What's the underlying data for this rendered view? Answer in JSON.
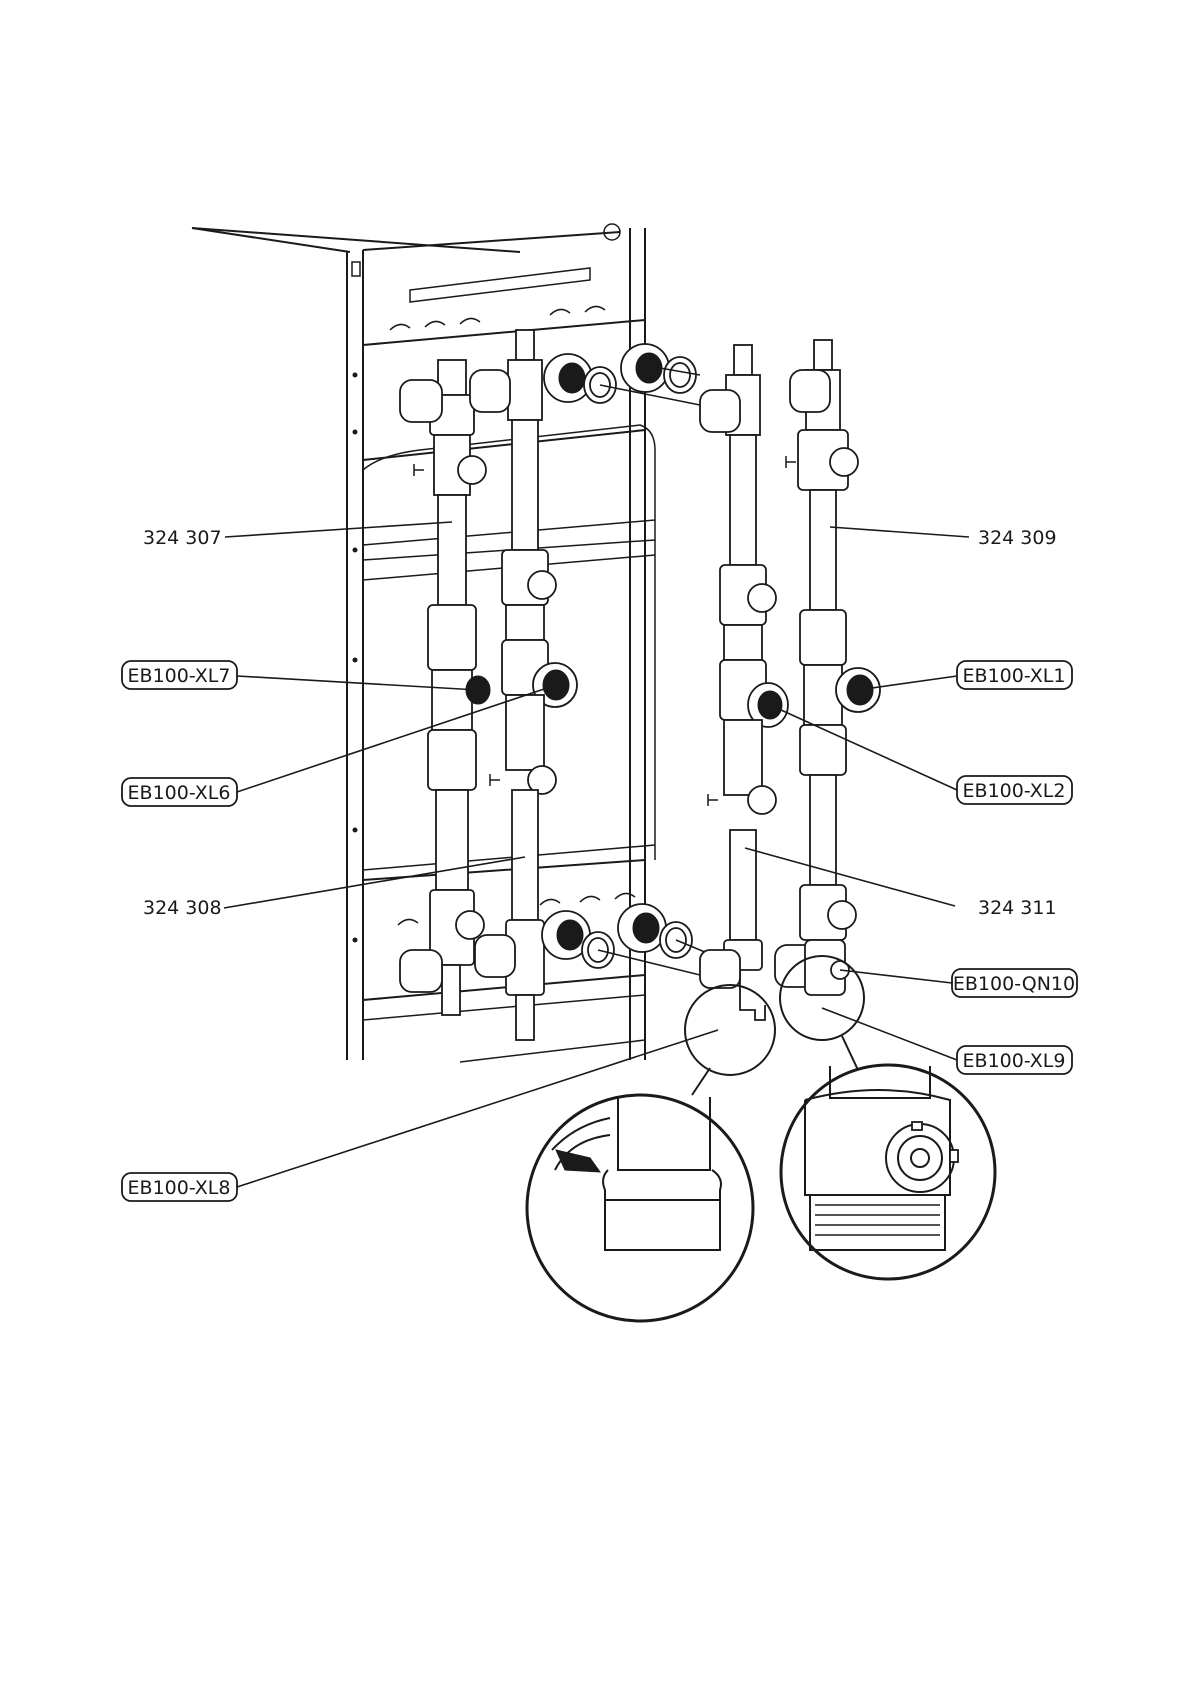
{
  "labels": {
    "p324307": "324 307",
    "p324309": "324 309",
    "p324308": "324 308",
    "p324311": "324 311",
    "xl7": "EB100-XL7",
    "xl1": "EB100-XL1",
    "xl6": "EB100-XL6",
    "xl2": "EB100-XL2",
    "qn10": "EB100-QN10",
    "xl9": "EB100-XL9",
    "xl8": "EB100-XL8"
  }
}
